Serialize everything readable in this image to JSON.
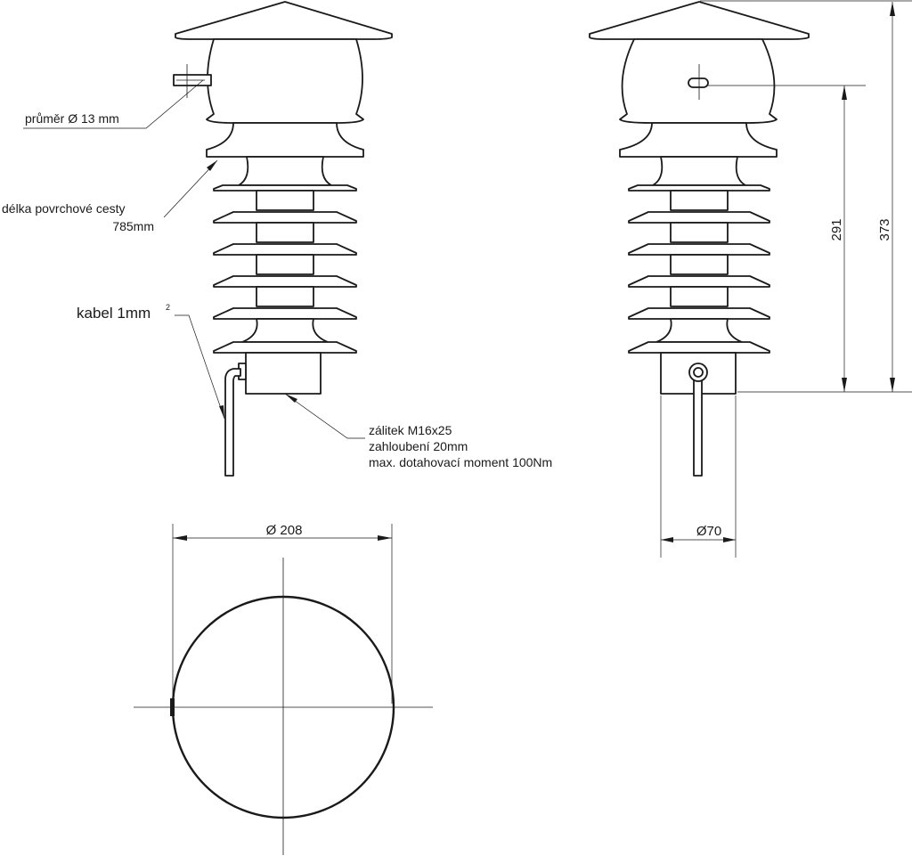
{
  "labels": {
    "hole_diameter": "průměr Ø 13 mm",
    "creepage_line1": "délka povrchové cesty",
    "creepage_line2": "785mm",
    "cable_main": "kabel 1mm",
    "cable_sup": "2",
    "thread_line1": "zálitek M16x25",
    "thread_line2": "zahloubení 20mm",
    "thread_line3": "max. dotahovací moment 100Nm"
  },
  "dimensions": {
    "cap_diameter": "Ø 208",
    "base_diameter": "Ø70",
    "height_to_hole": "291",
    "total_height": "373"
  },
  "colors": {
    "line": "#1a1a1a",
    "background": "#ffffff"
  }
}
